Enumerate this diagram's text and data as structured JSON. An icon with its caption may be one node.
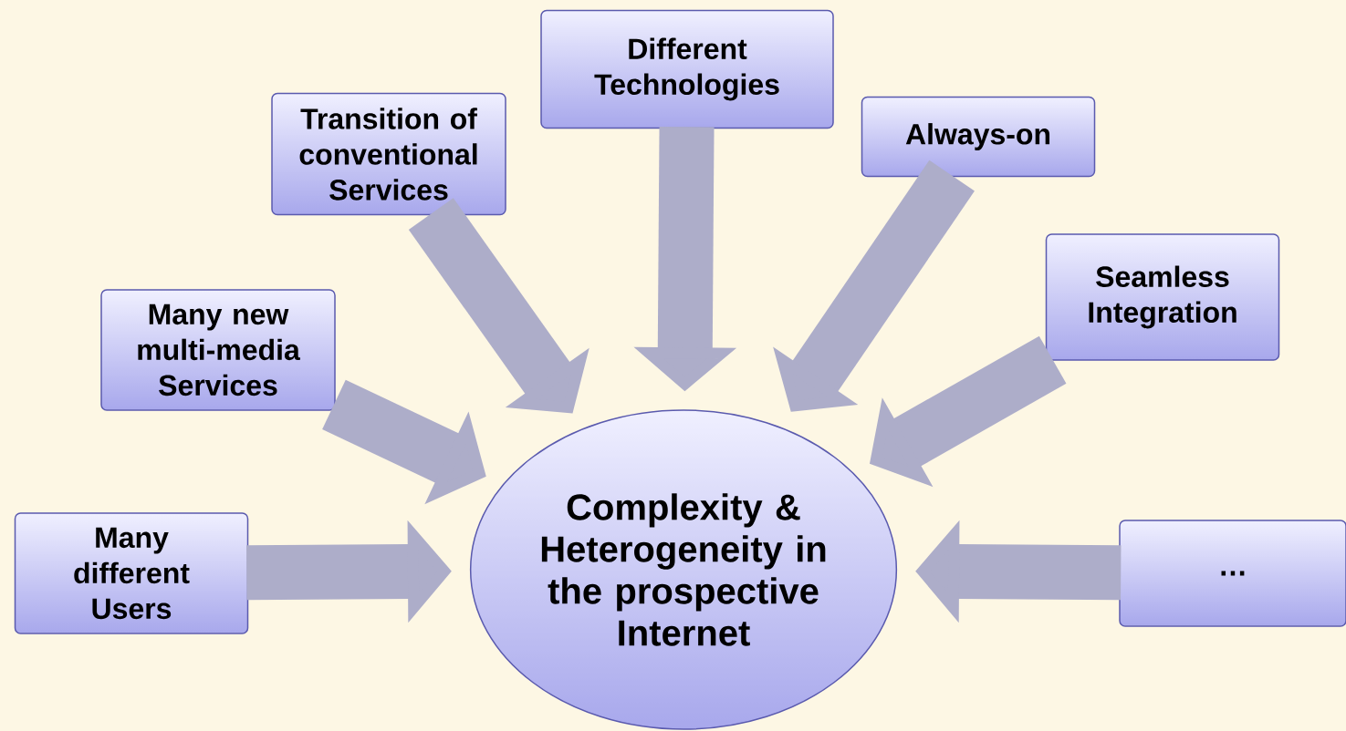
{
  "diagram": {
    "nodes": [
      {
        "text": [
          "Different Technologies"
        ]
      },
      {
        "text": [
          "Transition of conventional Services"
        ]
      },
      {
        "text": [
          "Always-on"
        ]
      },
      {
        "text": [
          "Seamless Integration"
        ]
      },
      {
        "text": [
          "Many new multi-media Services"
        ]
      },
      {
        "text": [
          "Complexity & Heterogeneity in the prospective Internet"
        ]
      },
      {
        "text": [
          "Many different Users"
        ]
      },
      {
        "text": [
          "…"
        ]
      }
    ],
    "edges": [
      {
        "from": 0,
        "to": 5,
        "arrow": "to"
      },
      {
        "from": 1,
        "to": 5,
        "arrow": "to"
      },
      {
        "from": 2,
        "to": 5,
        "arrow": "to"
      },
      {
        "from": 3,
        "to": 5,
        "arrow": "to"
      },
      {
        "from": 4,
        "to": 5,
        "arrow": "to"
      },
      {
        "from": 6,
        "to": 5,
        "arrow": "to"
      },
      {
        "from": 7,
        "to": 5,
        "arrow": "to"
      }
    ]
  }
}
